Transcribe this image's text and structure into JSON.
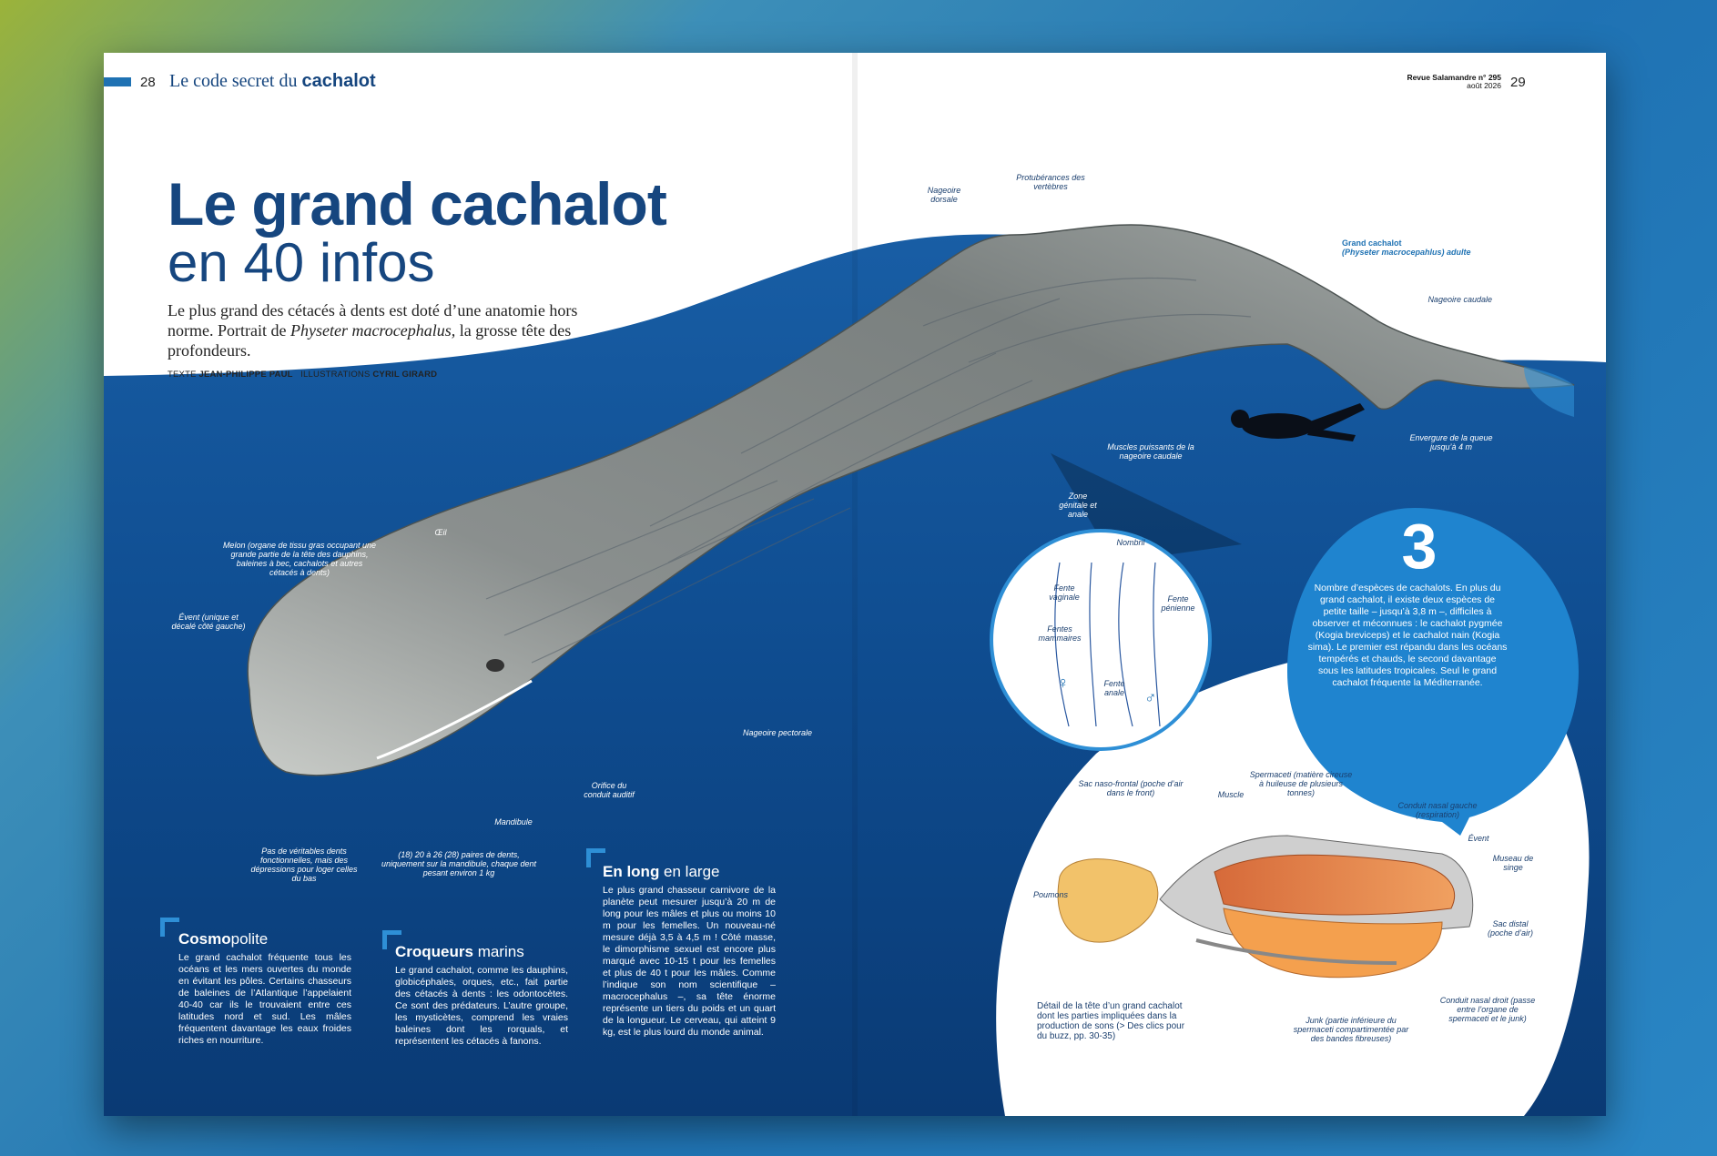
{
  "left_header": {
    "page_number": "28",
    "title_prefix": "Le code secret du ",
    "title_bold": "cachalot"
  },
  "right_header": {
    "magazine": "Revue Salamandre n° 295",
    "date": "août 2026",
    "page_number": "29"
  },
  "title": {
    "line1": "Le grand cachalot",
    "line2": "en 40 infos"
  },
  "lead": {
    "part1": "Le plus grand des cétacés à dents est doté d’une anatomie hors norme. Portrait de ",
    "species": "Physeter macrocephalus,",
    "part2": " la grosse tête des profondeurs."
  },
  "credits": {
    "text_label": "TEXTE ",
    "text_author": "JEAN-PHILIPPE PAUL",
    "illus_label": "ILLUSTRATIONS ",
    "illus_author": "CYRIL GIRARD"
  },
  "whale_labels": {
    "melon": "Melon (organe de tissu gras occupant une grande partie de la tête des dauphins, baleines à bec, cachalots et autres cétacés à dents)",
    "oeil": "Œil",
    "event": "Évent (unique et décalé côté gauche)",
    "dents_fonctionnelles": "Pas de véritables dents fonctionnelles, mais des dépressions pour loger celles du bas",
    "dents": "(18) 20 à 26 (28) paires de dents, uniquement sur la mandibule, chaque dent pesant environ 1 kg",
    "mandibule": "Mandibule",
    "orifice": "Orifice du conduit auditif",
    "pectorale": "Nageoire pectorale",
    "dorsale": "Nageoire dorsale",
    "protuberances": "Protubérances des vertèbres",
    "adulte_name": "Grand cachalot",
    "adulte_latin": "(Physeter macrocepahlus) adulte",
    "caudale": "Nageoire caudale",
    "envergure": "Envergure de la queue jusqu’à 4 m",
    "muscles": "Muscles puissants de la nageoire caudale",
    "zone_genitale": "Zone génitale et anale"
  },
  "genital_labels": {
    "nombril": "Nombril",
    "fente_vaginale": "Fente vaginale",
    "fentes_mammaires": "Fentes mammaires",
    "fente_penienne": "Fente pénienne",
    "fente_anale": "Fente anale",
    "female": "♀",
    "male": "♂"
  },
  "sections": {
    "cosmo": {
      "head_bold": "Cosmo",
      "head_rest": "polite",
      "body": "Le grand cachalot fréquente tous les océans et les mers ouvertes du monde en évitant les pôles. Certains chasseurs de baleines de l’Atlantique l’appelaient 40-40 car ils le trouvaient entre ces latitudes nord et sud. Les mâles fréquentent davantage les eaux froides riches en nourriture."
    },
    "croqueurs": {
      "head_bold": "Croqueurs",
      "head_rest": " marins",
      "body": "Le grand cachalot, comme les dauphins, globicéphales, orques, etc., fait partie des cétacés à dents : les odontocètes. Ce sont des prédateurs. L’autre groupe, les mysticètes, comprend les vraies baleines dont les rorquals, et représentent les cétacés à fanons."
    },
    "enlong": {
      "head_bold": "En long",
      "head_rest": " en large",
      "body": "Le plus grand chasseur carnivore de la planète peut mesurer jusqu’à 20 m de long pour les mâles et plus ou moins 10 m pour les femelles. Un nouveau-né mesure déjà 3,5 à 4,5 m ! Côté masse, le dimorphisme sexuel est encore plus marqué avec 10-15 t pour les femelles et plus de 40 t pour les mâles. Comme l’indique son nom scientifique – macrocephalus –, sa tête énorme représente un tiers du poids et un quart de la longueur. Le cerveau, qui atteint 9 kg, est le plus lourd du monde animal."
    }
  },
  "bubble": {
    "number": "3",
    "text": "Nombre d’espèces de cachalots. En plus du grand cachalot, il existe deux espèces de petite taille – jusqu’à 3,8 m –, difficiles à observer et méconnues : le cachalot pygmée (Kogia breviceps) et le cachalot nain (Kogia sima). Le premier est répandu dans les océans tempérés et chauds, le second davantage sous les latitudes tropicales. Seul le grand cachalot fréquente la Méditerranée."
  },
  "head_labels": {
    "sac_naso": "Sac naso-frontal (poche d’air dans le front)",
    "muscle": "Muscle",
    "spermaceti": "Spermaceti (matière cireuse à huileuse de plusieurs tonnes)",
    "conduit_gauche": "Conduit nasal gauche (respiration)",
    "event": "Évent",
    "museau": "Museau de singe",
    "poumons": "Poumons",
    "sac_distal": "Sac distal (poche d’air)",
    "conduit_droit": "Conduit nasal droit (passe entre l’organe de spermaceti et le junk)",
    "junk": "Junk (partie inférieure du spermaceti compartimentée par des bandes fibreuses)",
    "caption": "Détail de la tête d’un grand cachalot dont les parties impliquées dans la production de sons (> Des clics pour du buzz, pp. 30-35)"
  },
  "colors": {
    "navy": "#16467f",
    "ocean": "#0f4d94",
    "accent": "#2e8fd6"
  }
}
